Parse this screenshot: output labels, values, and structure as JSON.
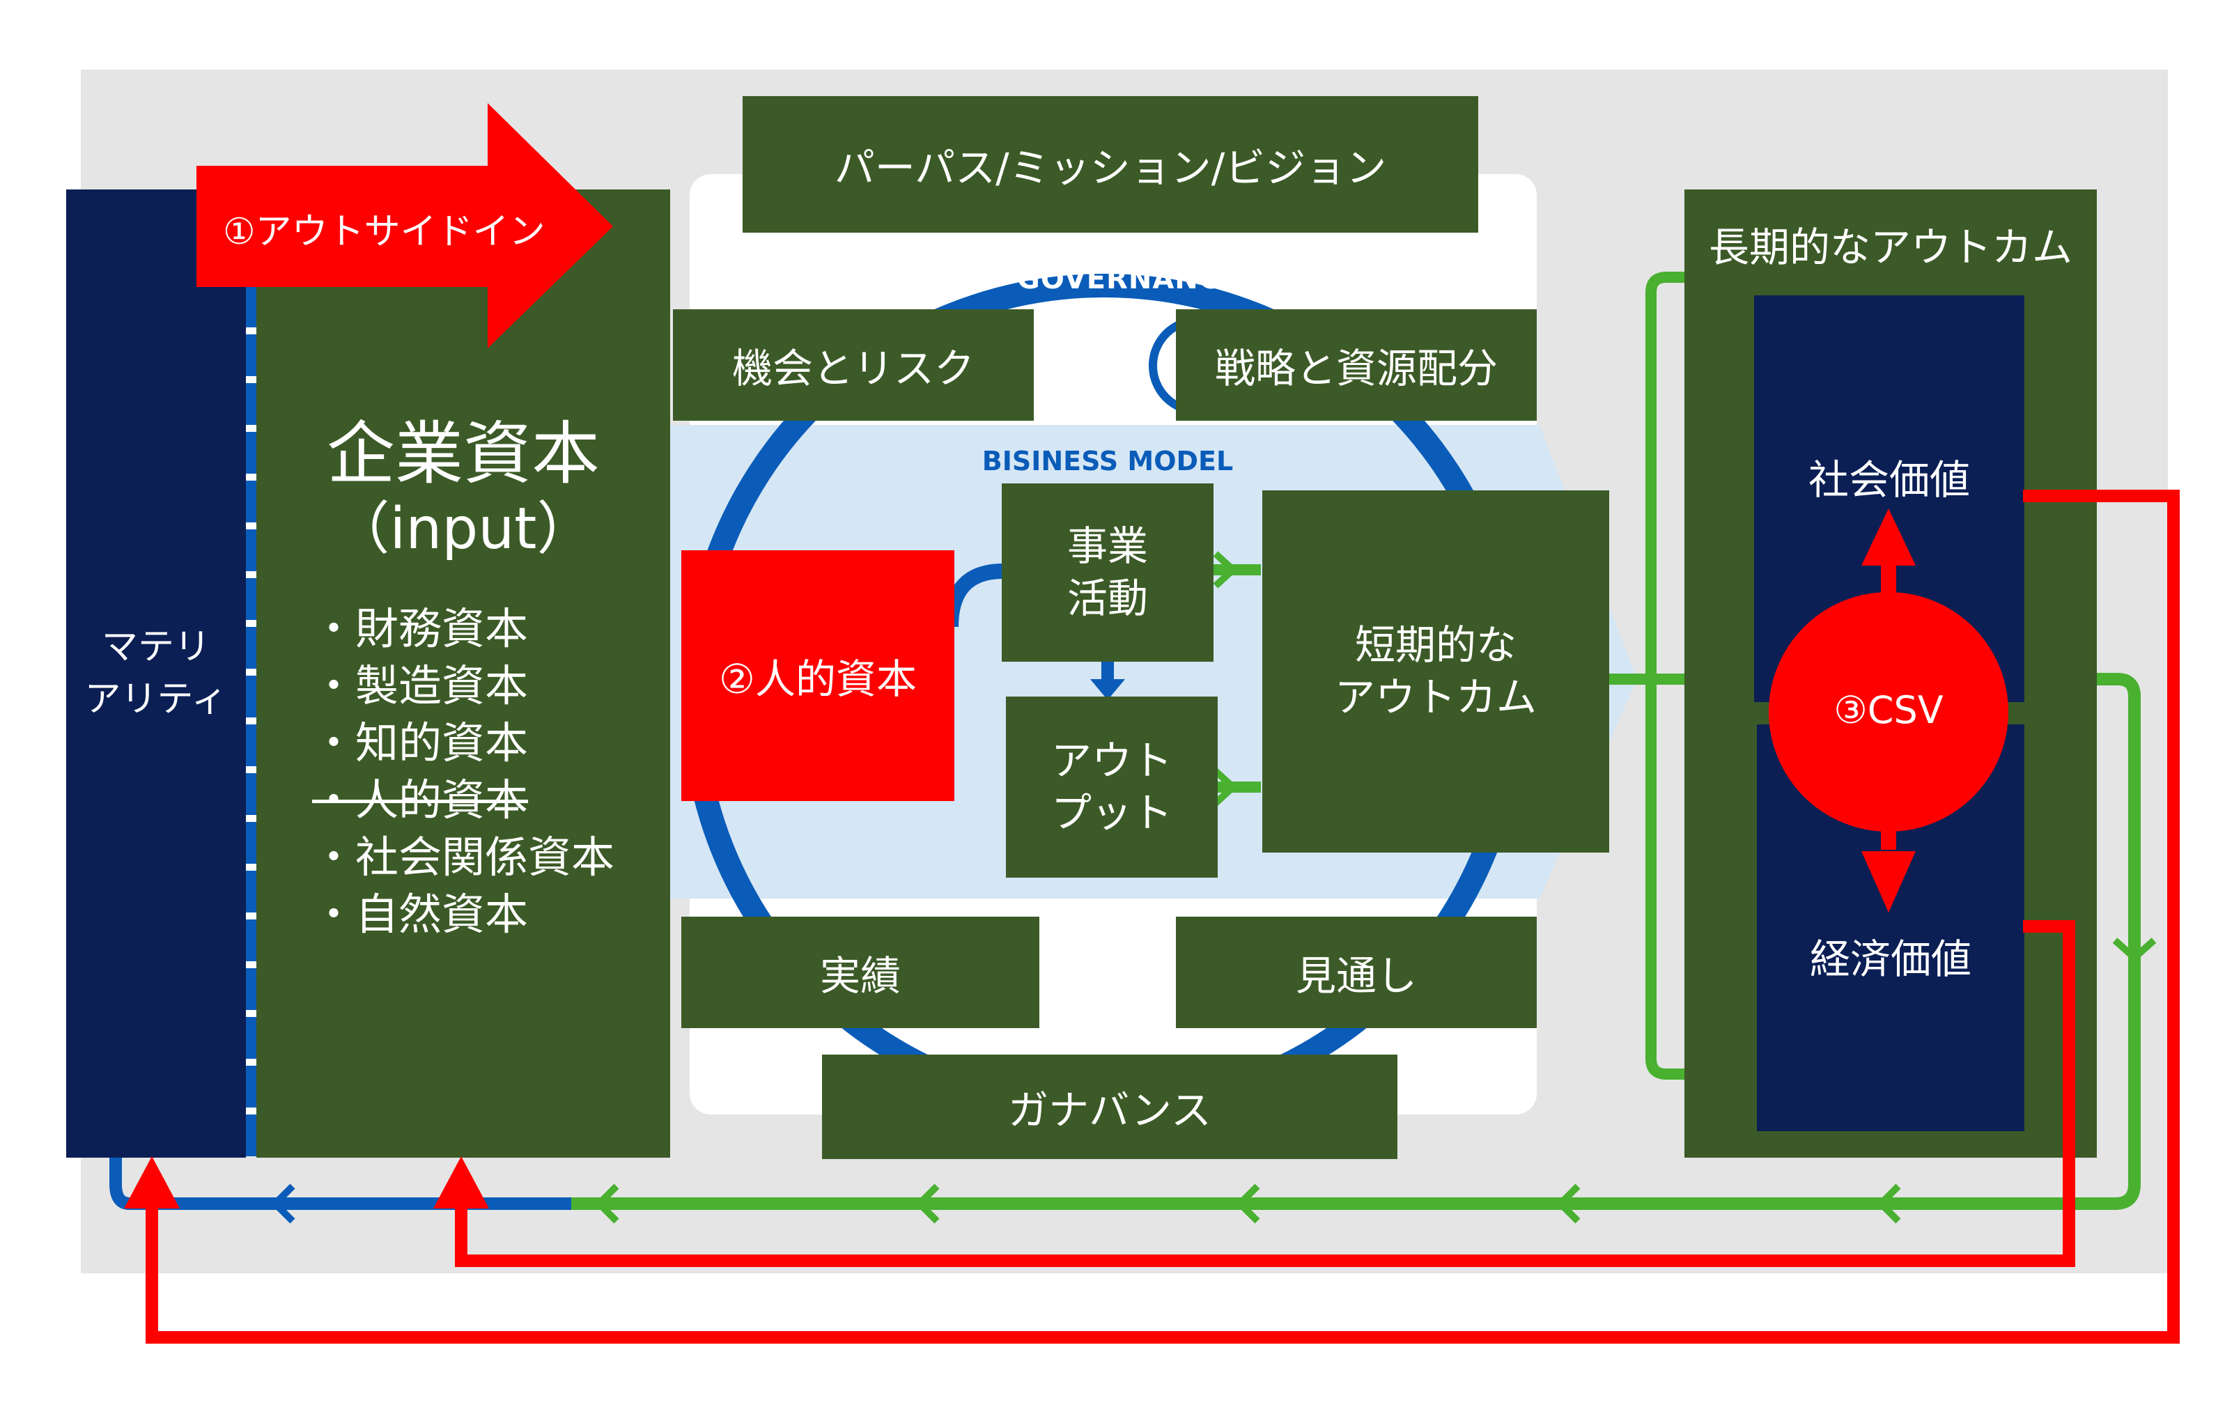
{
  "colors": {
    "background_panel": "#e5e5e5",
    "box_green": "#3c5a27",
    "box_navy": "#0b1f55",
    "accent_red": "#ff0000",
    "cycle_blue": "#0a5cb8",
    "business_model_band": "#d5e6f5",
    "flow_green": "#49b030"
  },
  "left": {
    "materiality": "マテリ\nアリティ",
    "outside_in": "①アウトサイドイン",
    "capital_title": "企業資本",
    "capital_subtitle": "（input）",
    "capitals": [
      "・財務資本",
      "・製造資本",
      "・知的資本",
      "・人的資本",
      "・社会関係資本",
      "・自然資本"
    ]
  },
  "center": {
    "purpose": "パーパス/ミッション/ビジョン",
    "governance_ring_label": "GOVERNANCE",
    "business_model_label": "BISINESS MODEL",
    "opportunities_risks": "機会とリスク",
    "strategy": "戦略と資源配分",
    "human_capital": "②人的資本",
    "business_activities": "事業\n活動",
    "outputs": "アウト\nプット",
    "short_term_outcomes": "短期的な\nアウトカム",
    "performance": "実績",
    "outlook": "見通し",
    "governance": "ガナバンス"
  },
  "right": {
    "long_term_outcomes": "長期的なアウトカム",
    "social_value": "社会価値",
    "csv": "③CSV",
    "economic_value": "経済価値"
  },
  "icons": {
    "outside_in_arrow": "big-right-arrow-icon",
    "csv_double_arrow": "vertical-double-arrow-icon",
    "feedback_arrows": "left-chevron-icon"
  }
}
